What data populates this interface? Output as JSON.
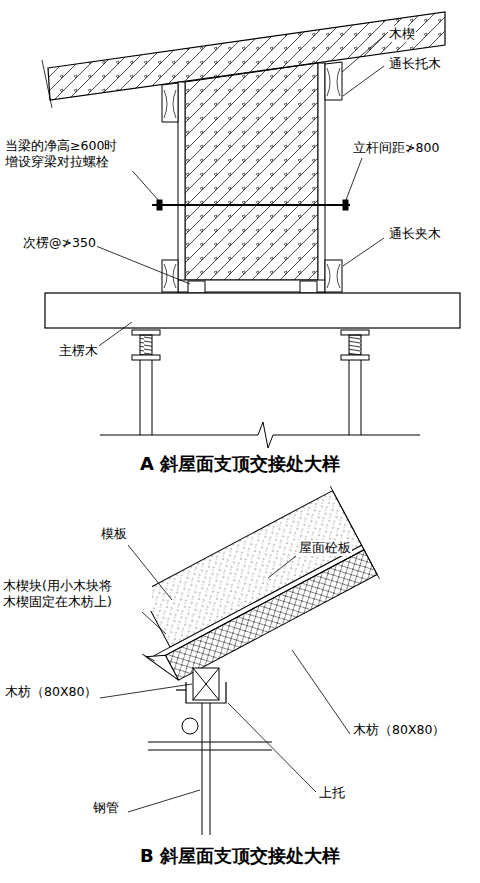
{
  "diagram": {
    "title": "A 斜屋面支顶交接处大样",
    "caption": "B 斜屋面支顶交接处大样",
    "labels": [
      "木楔",
      "通长托木",
      "当梁的净高≥600时 增设穿梁对拉螺栓",
      "立杆间距≯800",
      "次楞@≯350",
      "通长夹木",
      "主楞木",
      "模板",
      "屋面砼板",
      "木楔块(用小木块将 木楔固定在木枋上)",
      "木枋（80X80）",
      "木枋（80X80）",
      "上托",
      "钢管"
    ]
  }
}
